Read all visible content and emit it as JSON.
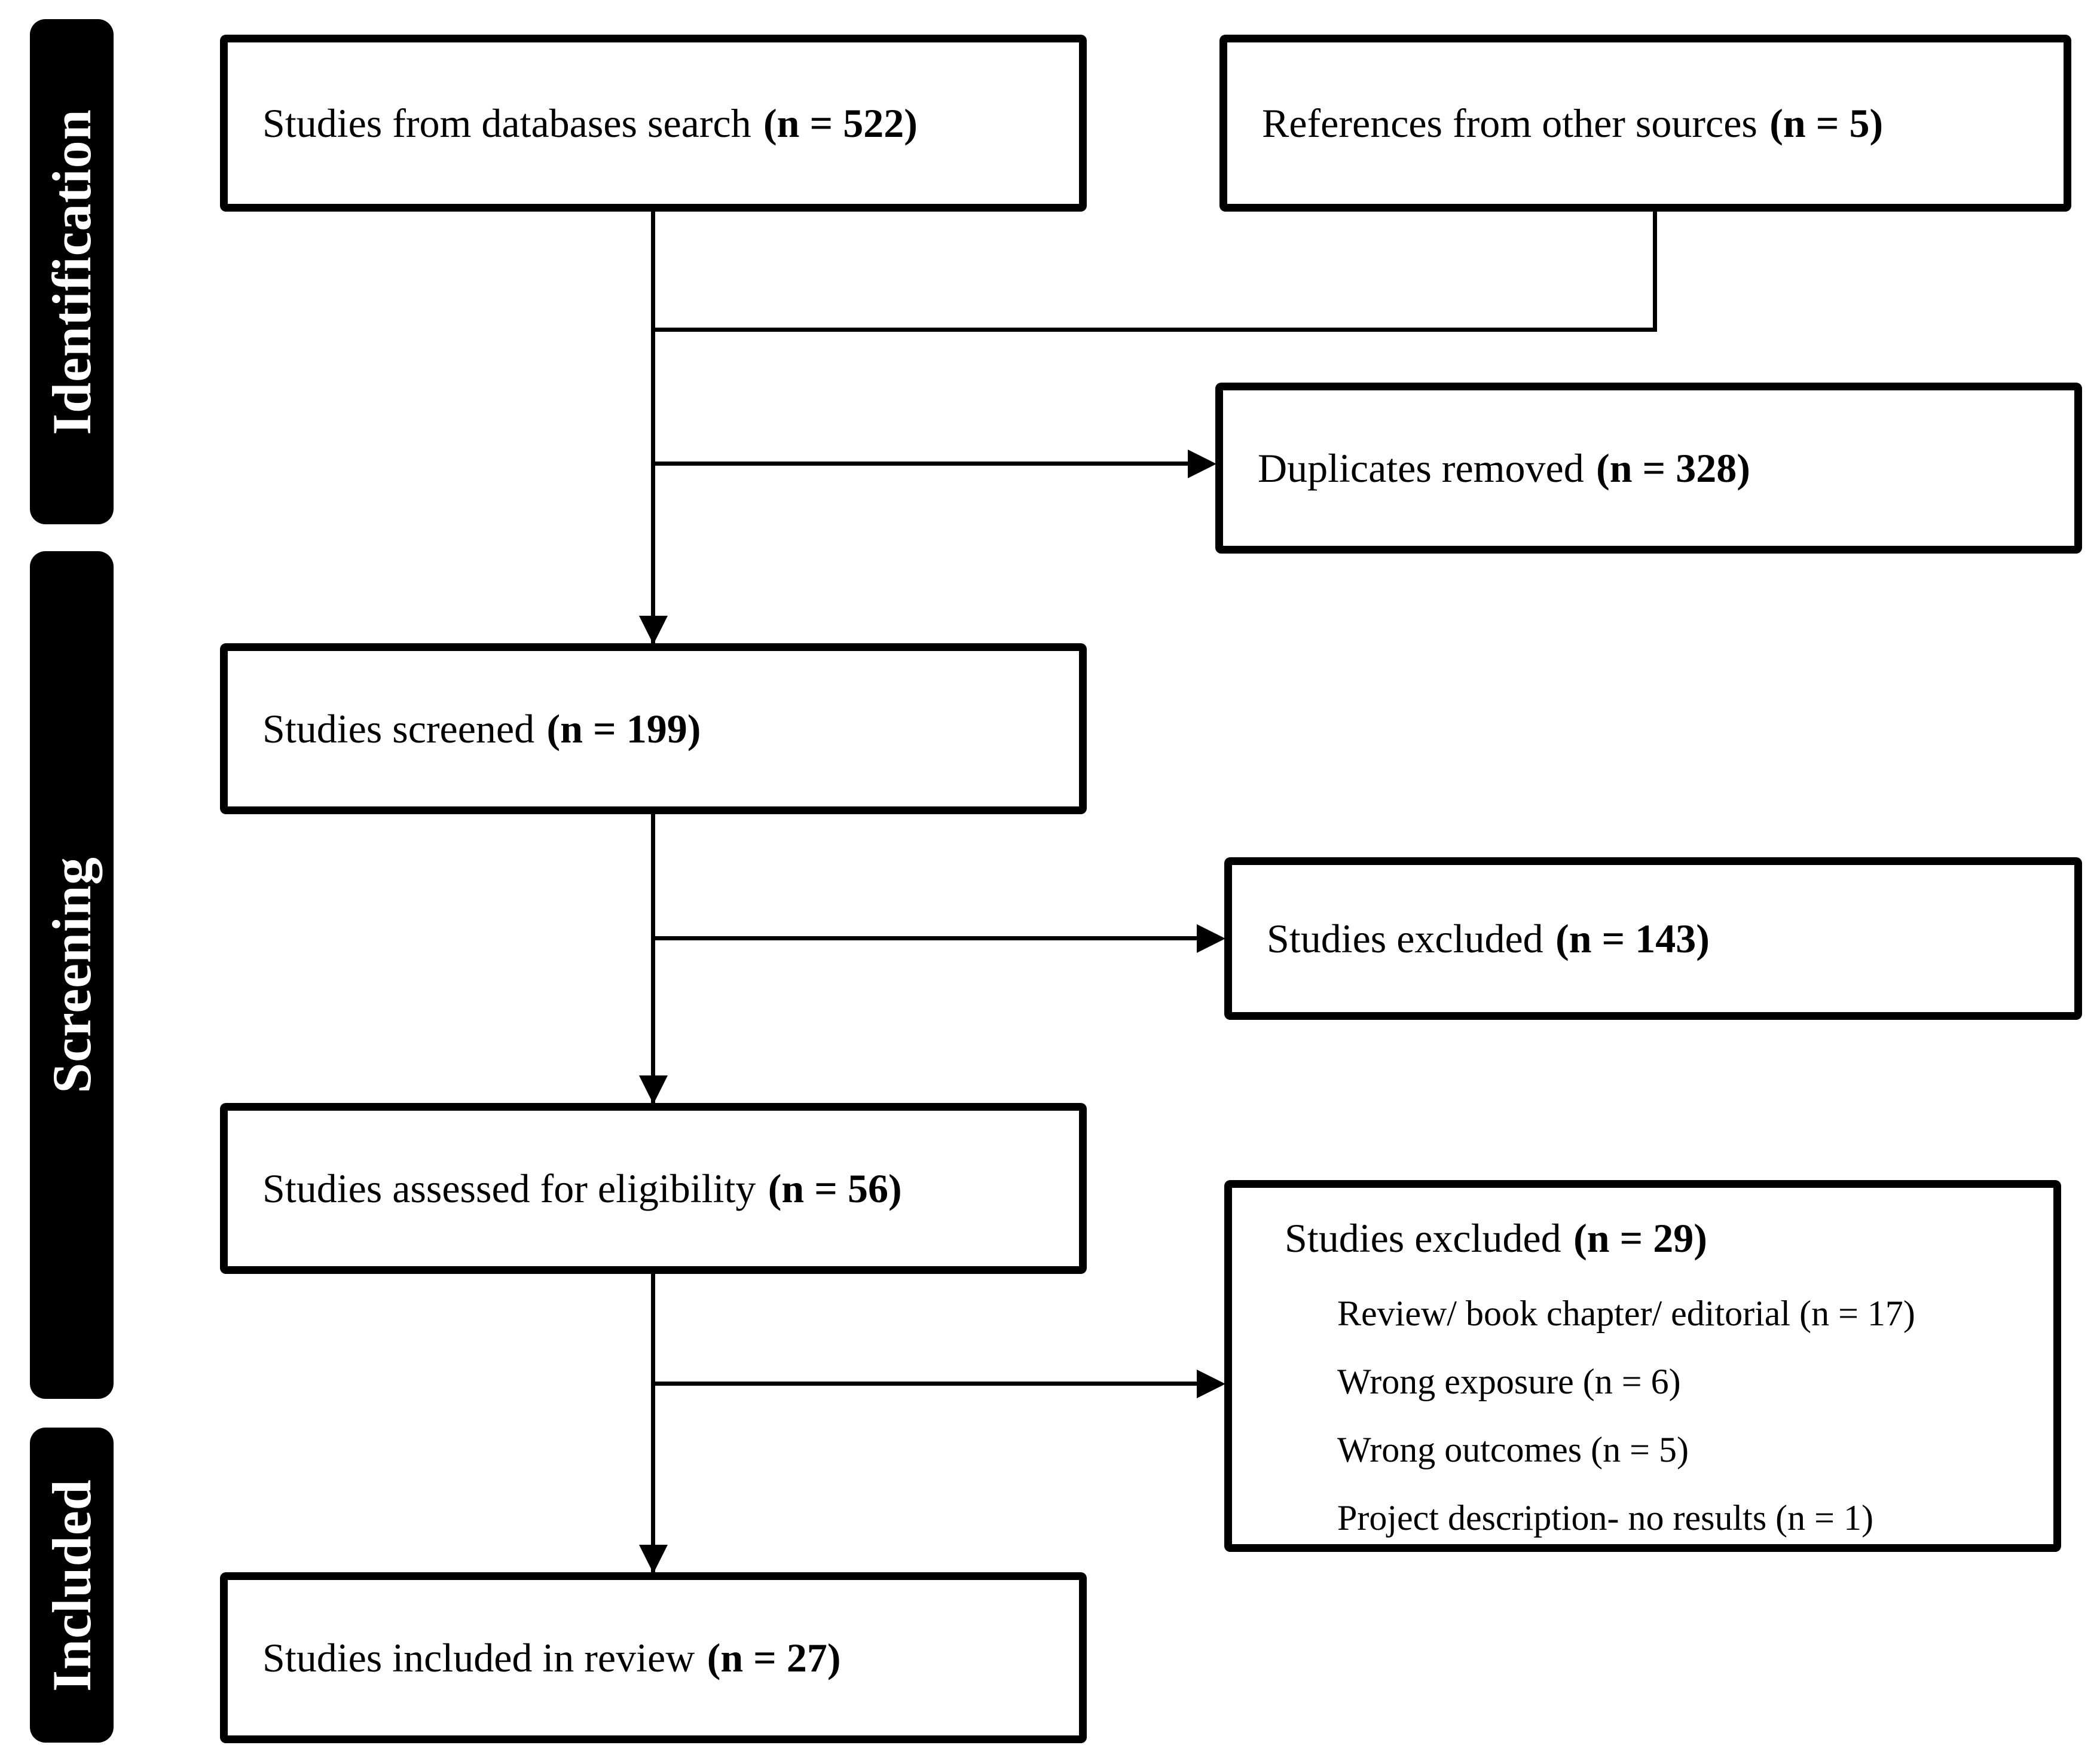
{
  "figure": {
    "type": "prisma-flow-diagram",
    "stages": [
      "Identification",
      "Screening",
      "Included"
    ],
    "boxes": {
      "databases": {
        "label": "Studies from databases search",
        "count": "(n = 522)"
      },
      "other_sources": {
        "label": "References from other sources",
        "count": "(n = 5)"
      },
      "duplicates": {
        "label": "Duplicates removed",
        "count": "(n = 328)"
      },
      "screened": {
        "label": "Studies screened",
        "count": "(n = 199)"
      },
      "excluded_screening": {
        "label": "Studies excluded",
        "count": "(n = 143)"
      },
      "eligibility": {
        "label": "Studies assessed for eligibility",
        "count": "(n = 56)"
      },
      "excluded_eligibility": {
        "label": "Studies excluded",
        "count": "(n = 29)",
        "reasons": [
          "Review/ book chapter/ editorial (n = 17)",
          "Wrong exposure (n = 6)",
          "Wrong outcomes (n = 5)",
          "Project description- no results (n = 1)"
        ]
      },
      "included": {
        "label": "Studies included in review",
        "count": "(n = 27)"
      }
    },
    "colors": {
      "line": "#000000",
      "box_background": "#ffffff",
      "stage_background": "#000000",
      "stage_text": "#ffffff"
    }
  }
}
